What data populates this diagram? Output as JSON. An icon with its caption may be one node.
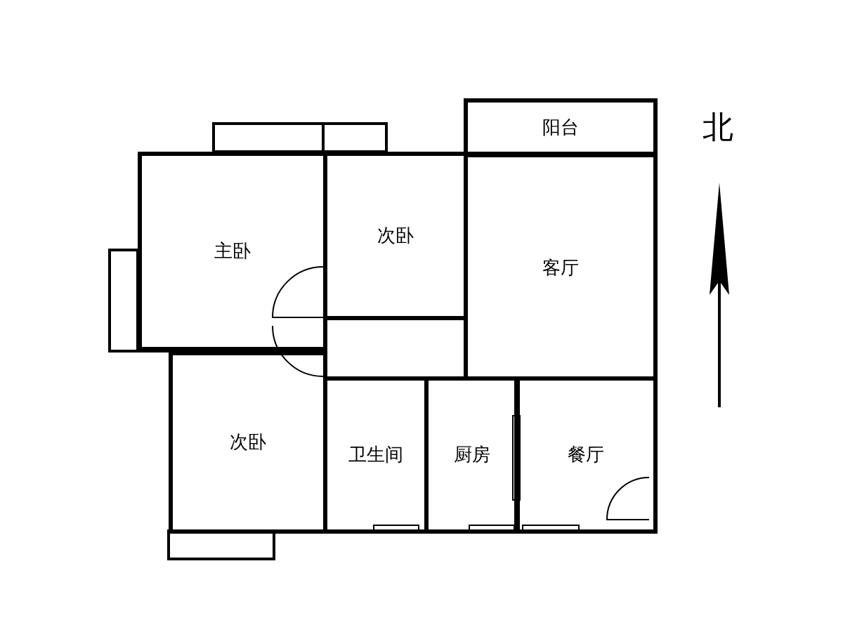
{
  "diagram": {
    "nodes": [
      {
        "text": [
          "阳台"
        ]
      },
      {
        "text": [
          "主卧"
        ]
      },
      {
        "text": [
          "次卧"
        ]
      },
      {
        "text": [
          "客厅"
        ]
      },
      {
        "text": [
          "次卧"
        ]
      },
      {
        "text": [
          "卫生间"
        ]
      },
      {
        "text": [
          "厨房"
        ]
      },
      {
        "text": [
          "餐厅"
        ]
      }
    ],
    "labels": [
      "北"
    ]
  }
}
